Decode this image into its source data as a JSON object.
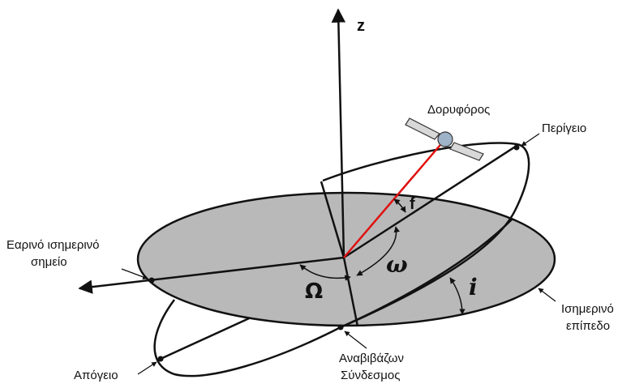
{
  "labels": {
    "z_axis": "z",
    "satellite": "Δορυφόρος",
    "perigee": "Περίγειο",
    "vernal_equinox_line1": "Εαρινό ισημερινό",
    "vernal_equinox_line2": "σημείο",
    "apogee": "Απόγειο",
    "ascending_node_line1": "Αναβιβάζων",
    "ascending_node_line2": "Σύνδεσμος",
    "equatorial_plane_line1": "Ισημερινό",
    "equatorial_plane_line2": "επίπεδο"
  },
  "symbols": {
    "true_anomaly": "f",
    "arg_perigee": "ω",
    "raan": "Ω",
    "inclination": "i"
  },
  "colors": {
    "plane_fill": "#b9b9b9",
    "line": "#111111",
    "satellite_vector": "#e01010",
    "satellite_body": "#9fb3c8"
  }
}
